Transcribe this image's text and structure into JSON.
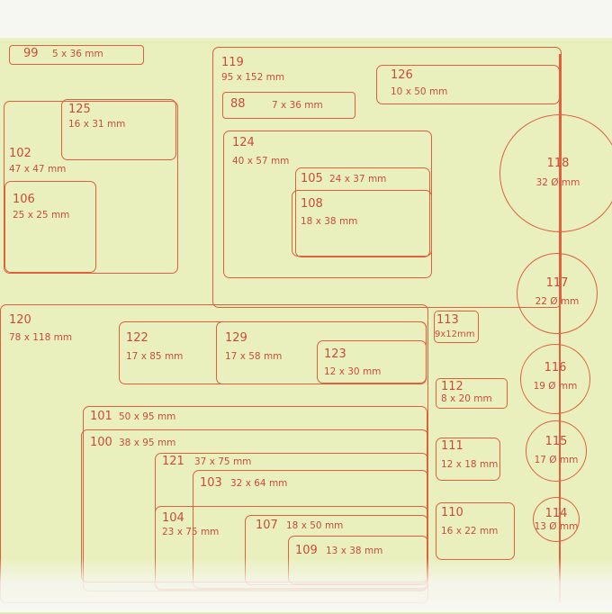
{
  "labels": {
    "n99": "99",
    "d99": "5 x 36 mm",
    "n119": "119",
    "d119": "95 x 152 mm",
    "n126": "126",
    "d126": "10 x 50 mm",
    "n88": "88",
    "d88": "7 x 36 mm",
    "n125": "125",
    "d125": "16 x 31 mm",
    "n102": "102",
    "d102": "47 x 47 mm",
    "n106": "106",
    "d106": "25 x 25 mm",
    "n124": "124",
    "d124": "40 x 57 mm",
    "n105": "105",
    "d105": "24 x 37 mm",
    "n108": "108",
    "d108": "18 x 38 mm",
    "n118": "118",
    "d118": "32 Ø mm",
    "n117": "117",
    "d117": "22 Ø mm",
    "n116": "116",
    "d116": "19 Ø mm",
    "n115": "115",
    "d115": "17 Ø mm",
    "n114": "114",
    "d114": "13 Ø mm",
    "n120": "120",
    "d120": "78 x 118 mm",
    "n122": "122",
    "d122": "17 x 85 mm",
    "n129": "129",
    "d129": "17 x 58 mm",
    "n123": "123",
    "d123": "12 x 30 mm",
    "n113": "113",
    "d113": "9x12mm",
    "n112": "112",
    "d112": "8 x 20 mm",
    "n101": "101",
    "d101": "50 x 95 mm",
    "n100": "100",
    "d100": "38 x 95 mm",
    "n111": "111",
    "d111": "12 x 18 mm",
    "n121": "121",
    "d121": "37 x 75 mm",
    "n103": "103",
    "d103": "32 x 64 mm",
    "n104": "104",
    "d104": "23 x 75 mm",
    "n107": "107",
    "d107": "18 x 50 mm",
    "n109": "109",
    "d109": "13 x 38 mm",
    "n110": "110",
    "d110": "16 x 22 mm"
  },
  "colors": {
    "outline": "#e0603e",
    "text": "#cc4a33",
    "sheet": "#e9f0bd"
  }
}
